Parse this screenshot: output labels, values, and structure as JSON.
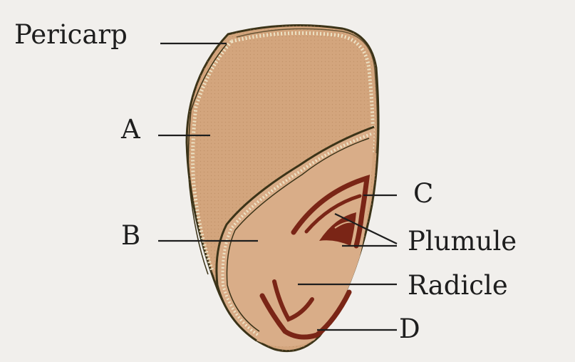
{
  "labels": {
    "pericarp": "Pericarp",
    "a": "A",
    "b": "B",
    "c": "C",
    "plumule": "Plumule",
    "radicle": "Radicle",
    "d": "D"
  },
  "colors": {
    "background": "#f1efec",
    "endosperm": "#d3a57d",
    "embryo": "#d9ad88",
    "pericarp_outline": "#3b3318",
    "pericarp_band": "#ede3c6",
    "embryo_structures": "#7a2516",
    "leader_lines": "#1e1e1e"
  }
}
